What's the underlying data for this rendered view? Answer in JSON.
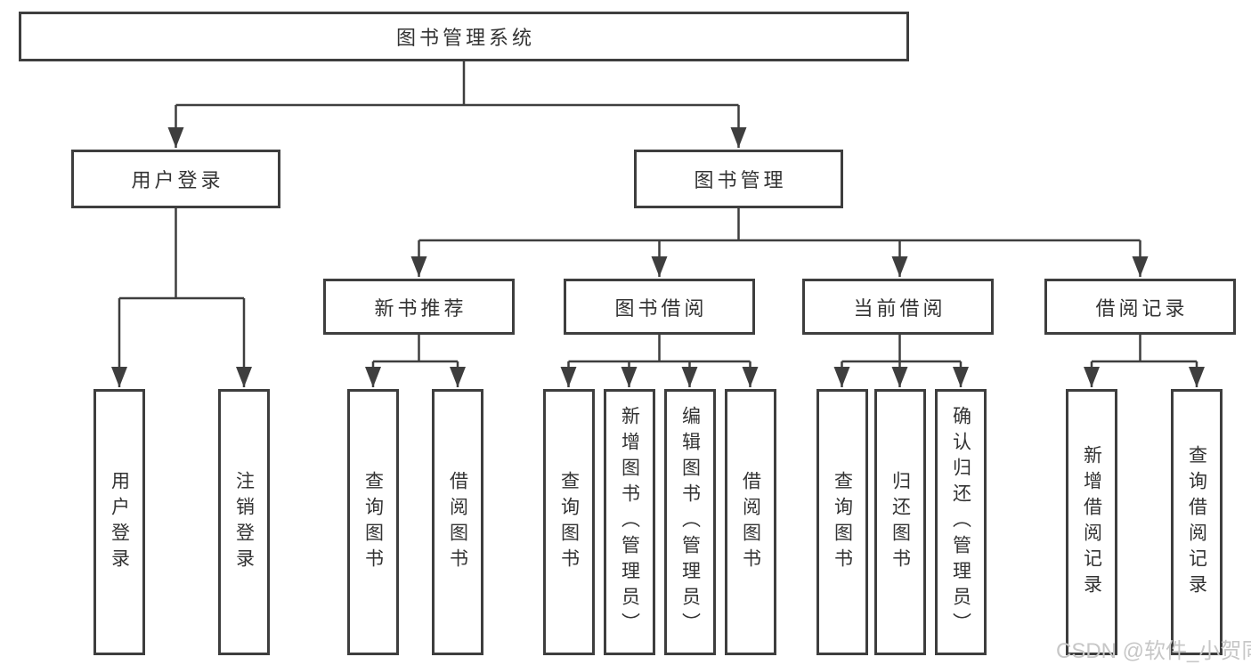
{
  "diagram": {
    "nodes": {
      "root": "图书管理系统",
      "user_login": "用户登录",
      "book_mgmt": "图书管理",
      "login": "用户登录",
      "logout": "注销登录",
      "new_books": "新书推荐",
      "borrow": "图书借阅",
      "current": "当前借阅",
      "records": "借阅记录",
      "nb_query": "查询图书",
      "nb_borrow": "借阅图书",
      "bb_query": "查询图书",
      "bb_add": "新增图书（管理员）",
      "bb_edit": "编辑图书（管理员）",
      "bb_borrow": "借阅图书",
      "cb_query": "查询图书",
      "cb_return": "归还图书",
      "cb_confirm": "确认归还（管理员）",
      "br_add": "新增借阅记录",
      "br_query": "查询借阅记录"
    }
  },
  "watermark": "CSDN @软件_小贺同学",
  "colors": {
    "line": "#3e3e3e",
    "text": "#333333",
    "watermark": "#c7c7c7",
    "background": "#ffffff"
  }
}
